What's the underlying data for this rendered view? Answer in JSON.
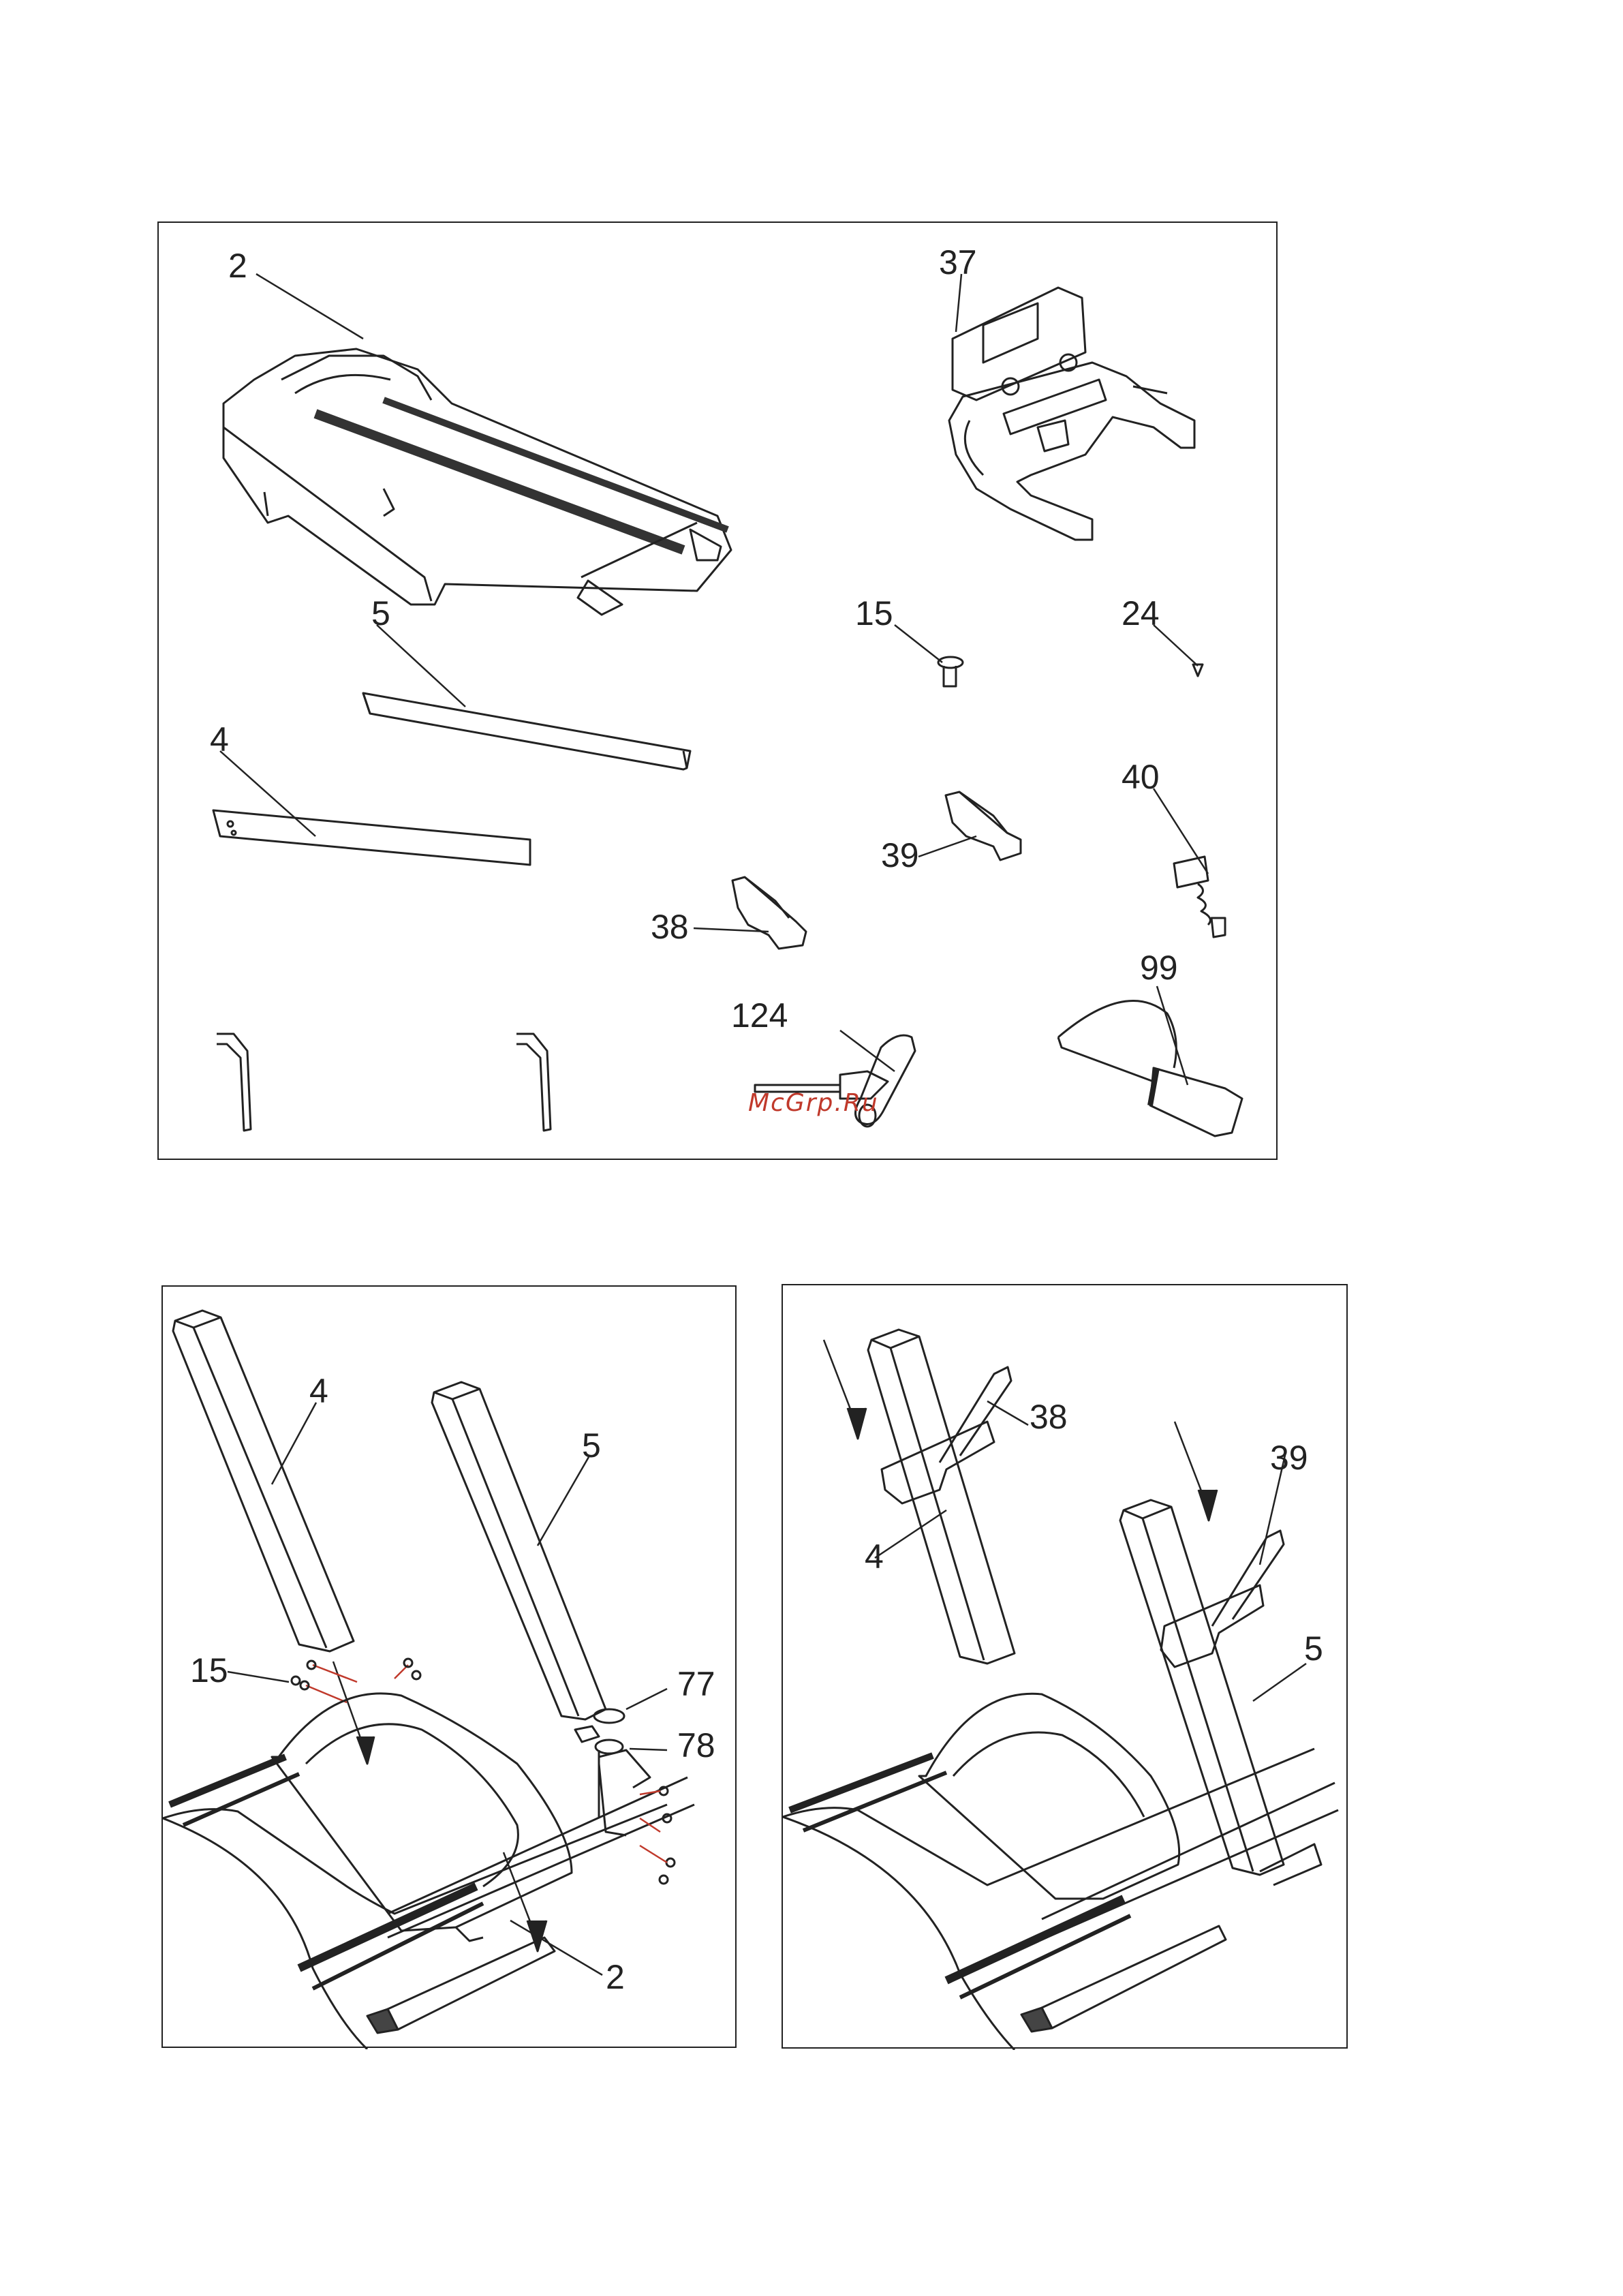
{
  "watermark": "McGrp.Ru",
  "parts": {
    "frame": "2",
    "console": "37",
    "right_upright": "5",
    "left_upright": "4",
    "bolt": "15",
    "screw": "24",
    "right_bracket": "39",
    "left_bracket": "38",
    "safety_key": "40",
    "tool": "124",
    "lubricant": "99"
  },
  "step1": {
    "left_upright": "4",
    "right_upright": "5",
    "bolts": "15",
    "cable_cover": "77",
    "cable_clip": "78",
    "frame": "2"
  },
  "step2": {
    "left_bracket": "38",
    "right_bracket": "39",
    "left_upright": "4",
    "right_upright": "5"
  }
}
